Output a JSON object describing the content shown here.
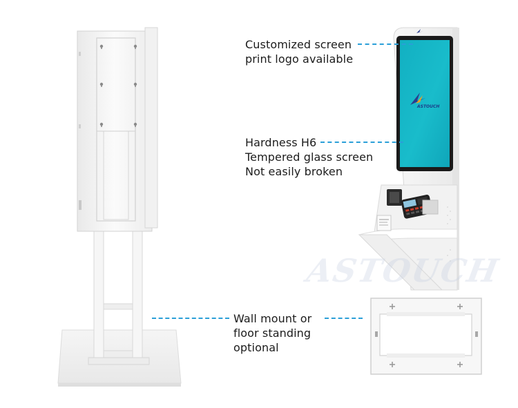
{
  "callouts": {
    "screen_logo": [
      "Customized screen",
      "print logo available"
    ],
    "glass": [
      "Hardness H6",
      "Tempered glass screen",
      "Not easily broken"
    ],
    "mount": [
      "Wall mount or",
      "floor standing",
      "optional"
    ]
  },
  "brand": {
    "logo_text": "ASTOUCH",
    "watermark_text": "ASTOUCH"
  },
  "colors": {
    "accent_dash": "#2a9fd8",
    "screen_teal": "#14b7c8",
    "kiosk_body": "#f4f4f4"
  },
  "icons": {
    "logo": "astouch-arrow-logo",
    "card_reader": "pos-terminal-icon",
    "printer": "receipt-printer-icon"
  }
}
